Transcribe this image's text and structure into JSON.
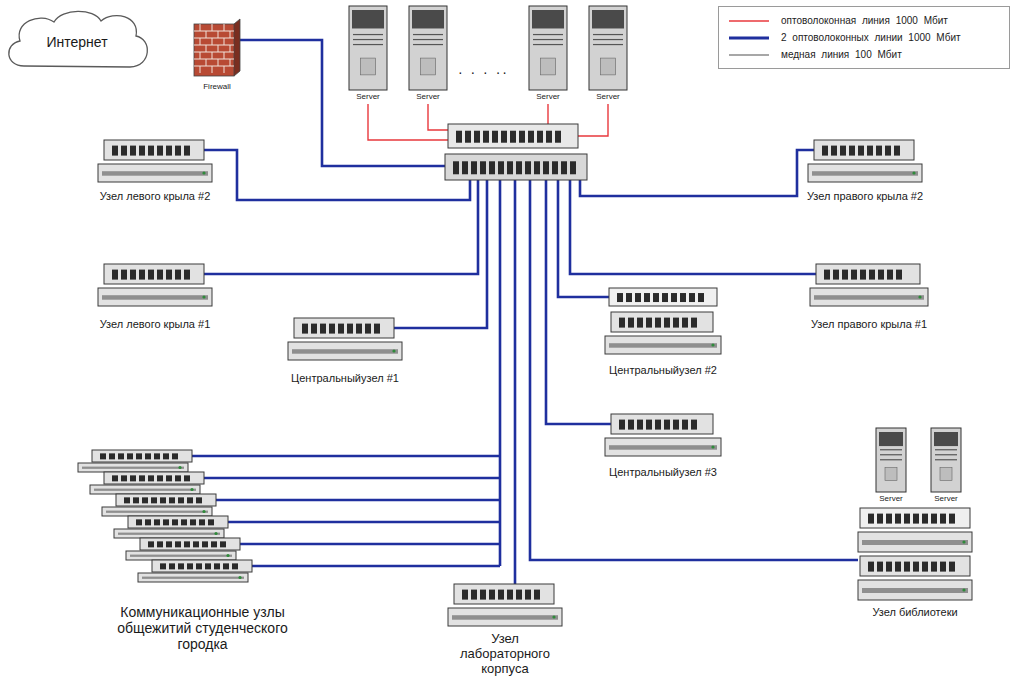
{
  "diagram": {
    "nodes": [
      {
        "text": [
          "Интернет"
        ]
      },
      {
        "text": [
          "Firewall"
        ]
      },
      {
        "text": [
          "Server"
        ]
      },
      {
        "text": [
          "Server"
        ]
      },
      {
        "text": [
          "Server"
        ]
      },
      {
        "text": [
          "Server"
        ]
      },
      {
        "text": [
          "Узел левого крыла #2"
        ]
      },
      {
        "text": [
          "Узел правого крыла #2"
        ]
      },
      {
        "text": [
          "Узел левого крыла #1"
        ]
      },
      {
        "text": [
          "Центральныйузел #1"
        ]
      },
      {
        "text": [
          "Центральныйузел #2"
        ]
      },
      {
        "text": [
          "Узел правого крыла #1"
        ]
      },
      {
        "text": [
          "Центральныйузел #3"
        ]
      },
      {
        "text": [
          "Server"
        ]
      },
      {
        "text": [
          "Server"
        ]
      },
      {
        "text": [
          "Коммуникационные узлы общежитий студенческого городка"
        ]
      },
      {
        "text": [
          "Узел лабораторного корпуса"
        ]
      },
      {
        "text": [
          "Узел библиотеки"
        ]
      }
    ],
    "labels": [
      "· · · ··"
    ],
    "legend": [
      {
        "text": "оптоволоконная линия 1000 Мбит"
      },
      {
        "text": "2 оптоволоконных линии 1000 Мбит"
      },
      {
        "text": "медная линия 100 Мбит"
      }
    ]
  }
}
